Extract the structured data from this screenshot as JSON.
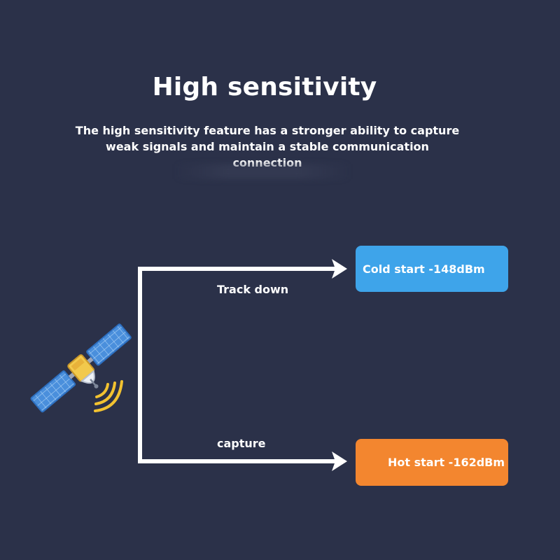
{
  "header": {
    "title": "High sensitivity",
    "subtitle": "The high sensitivity feature has a stronger ability to capture weak signals and maintain a stable communication connection"
  },
  "branches": [
    {
      "label": "Track down",
      "result": "Cold start -148dBm",
      "color": "#3ea4ea"
    },
    {
      "label": "capture",
      "result": "Hot start -162dBm",
      "color": "#f3862f"
    }
  ],
  "icons": {
    "source": "satellite-icon",
    "signal": "signal-waves-icon"
  },
  "colors": {
    "background": "#2b3149",
    "line": "#ffffff",
    "satellite_panel": "#3f86d6",
    "satellite_body": "#f2c94c",
    "signal": "#f2c230"
  }
}
